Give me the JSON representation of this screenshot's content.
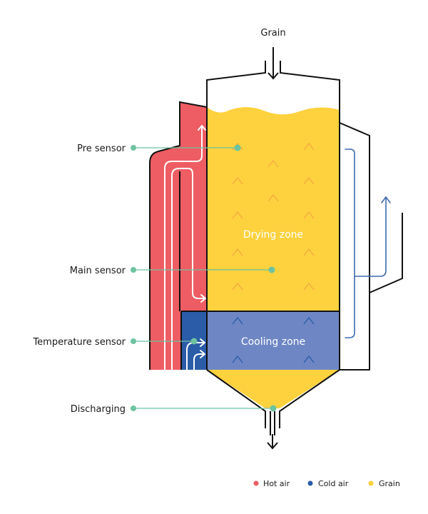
{
  "title": "Grain",
  "zones": {
    "drying": "Drying zone",
    "cooling": "Cooling zone"
  },
  "labels": {
    "pre_sensor": "Pre sensor",
    "main_sensor": "Main sensor",
    "temperature_sensor": "Temperature sensor",
    "discharging": "Discharging"
  },
  "legend": [
    {
      "label": "Hot air",
      "color": "#EE5D63"
    },
    {
      "label": "Cold air",
      "color": "#2A5CA8"
    },
    {
      "label": "Grain",
      "color": "#FDD23E"
    }
  ],
  "colors": {
    "hot_air": "#EE5D63",
    "cold_air": "#2A5CA8",
    "grain": "#FDD23E",
    "cooling_zone": "#6E87C4",
    "drying_chevron": "#F6AA42",
    "cooling_chevron": "#2A5CA8",
    "sensor_line": "#6CC3A0",
    "outline": "#111111",
    "exhaust_arrow": "#3F6BB0"
  }
}
